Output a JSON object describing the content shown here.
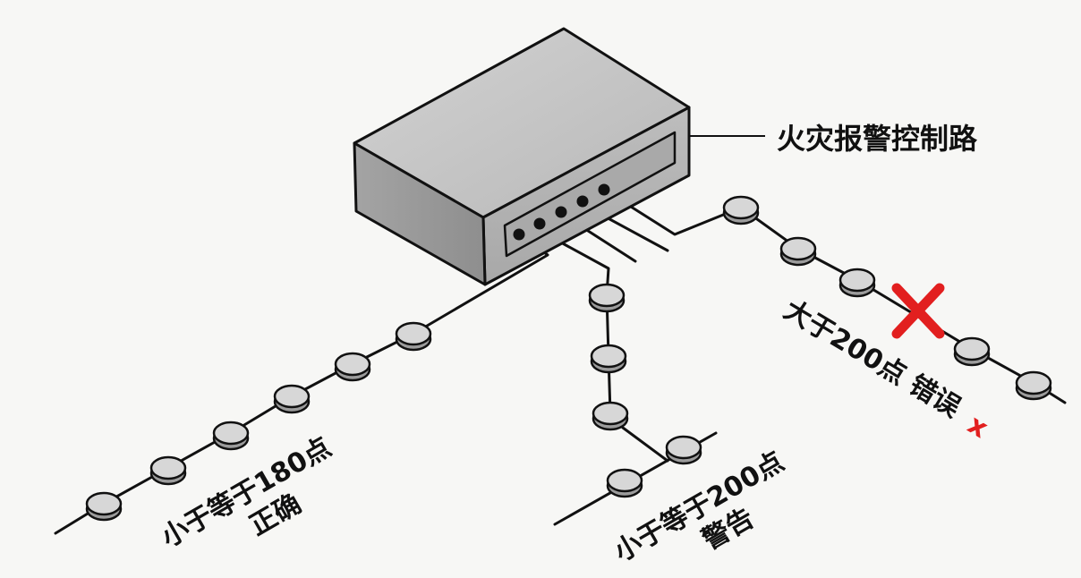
{
  "controller_label": "火灾报警控制路",
  "branches": {
    "left": {
      "line1": "小于等于180点",
      "line2": "正确"
    },
    "middle": {
      "line1": "小于等于200点",
      "line2": "警告"
    },
    "right": {
      "text": "大于200点 错误",
      "mark": "x"
    }
  },
  "colors": {
    "background": "#f7f7f5",
    "line": "#111111",
    "box_top": "#c4c4c4",
    "box_front": "#b3b3b3",
    "box_side": "#9a9a9a",
    "node": "#d7d7d7",
    "error": "#e21f1f"
  }
}
